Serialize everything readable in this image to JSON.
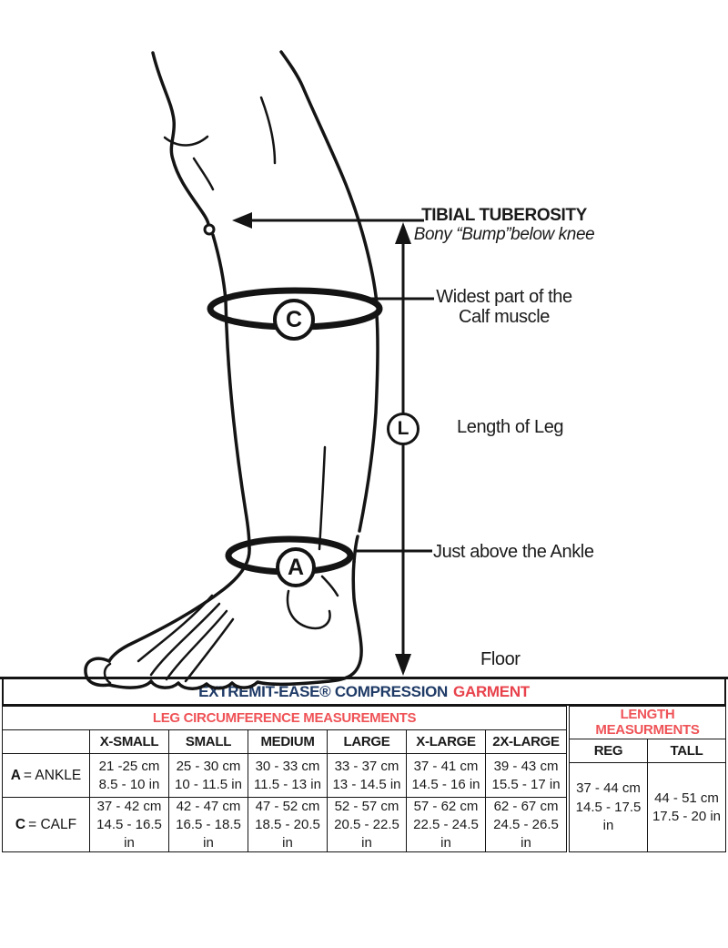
{
  "diagram": {
    "annotations": {
      "tibial_title": "TIBIAL TUBEROSITY",
      "tibial_sub": "Bony “Bump”below knee",
      "calf_line1": "Widest part of the",
      "calf_line2": "Calf muscle",
      "length_label": "Length of Leg",
      "ankle_label": "Just above the Ankle",
      "floor_label": "Floor"
    },
    "markers": {
      "calf": "C",
      "length": "L",
      "ankle": "A"
    }
  },
  "table": {
    "title_main": "EXTREMIT-EASE® COMPRESSION",
    "title_accent": "GARMENT",
    "colors": {
      "navy": "#1e3a66",
      "red_accent": "#e8424b",
      "red_section": "#ef5357"
    },
    "leg_section": {
      "header": "LEG CIRCUMFERENCE MEASUREMENTS",
      "columns": [
        "X-SMALL",
        "SMALL",
        "MEDIUM",
        "LARGE",
        "X-LARGE",
        "2X-LARGE"
      ],
      "rows": [
        {
          "label_letter": "A",
          "label_rest": "= ANKLE",
          "values": [
            {
              "cm": "21 -25 cm",
              "in": "8.5 - 10 in"
            },
            {
              "cm": "25 - 30 cm",
              "in": "10 - 11.5 in"
            },
            {
              "cm": "30 - 33 cm",
              "in": "11.5 - 13 in"
            },
            {
              "cm": "33 - 37 cm",
              "in": "13 - 14.5 in"
            },
            {
              "cm": "37 - 41 cm",
              "in": "14.5 - 16 in"
            },
            {
              "cm": "39 - 43 cm",
              "in": "15.5 - 17 in"
            }
          ]
        },
        {
          "label_letter": "C",
          "label_rest": "= CALF",
          "values": [
            {
              "cm": "37 - 42 cm",
              "in": "14.5 - 16.5 in"
            },
            {
              "cm": "42 - 47 cm",
              "in": "16.5 - 18.5 in"
            },
            {
              "cm": "47 - 52 cm",
              "in": "18.5 - 20.5 in"
            },
            {
              "cm": "52 - 57 cm",
              "in": "20.5 - 22.5 in"
            },
            {
              "cm": "57 - 62 cm",
              "in": "22.5 - 24.5 in"
            },
            {
              "cm": "62 - 67 cm",
              "in": "24.5 - 26.5 in"
            }
          ]
        }
      ]
    },
    "length_section": {
      "header": "LENGTH MEASURMENTS",
      "columns": [
        "REG",
        "TALL"
      ],
      "values": [
        {
          "cm": "37 - 44 cm",
          "in": "14.5 - 17.5 in"
        },
        {
          "cm": "44 - 51 cm",
          "in": "17.5 - 20 in"
        }
      ]
    }
  }
}
